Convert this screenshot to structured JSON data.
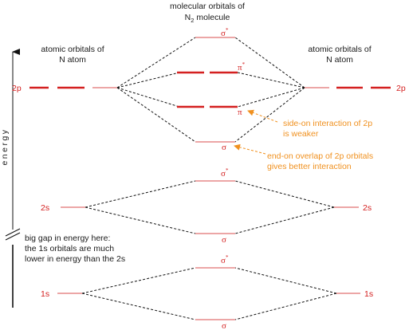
{
  "header": {
    "line1": "molecular orbitals of",
    "line2_prefix": "N",
    "line2_sub": "2",
    "line2_suffix": " molecule"
  },
  "left_atom": {
    "line1": "atomic orbitals of",
    "line2": "N atom"
  },
  "right_atom": {
    "line1": "atomic orbitals of",
    "line2": "N atom"
  },
  "axis_label": "energy",
  "orbital_labels": {
    "two_p": "2p",
    "two_s": "2s",
    "one_s": "1s",
    "sigma": "σ",
    "pi": "π",
    "star": "*"
  },
  "notes": {
    "side_on_1": "side-on interaction of 2p",
    "side_on_2": "is weaker",
    "end_on_1": "end-on overlap of 2p orbitals",
    "end_on_2": "gives better interaction",
    "gap_1": "big gap in energy here:",
    "gap_2": "the 1s orbitals are much",
    "gap_3": "lower in energy than the 2s"
  },
  "colors": {
    "orbital": "#d42020",
    "note": "#f0901e",
    "text": "#1a1a1a"
  }
}
